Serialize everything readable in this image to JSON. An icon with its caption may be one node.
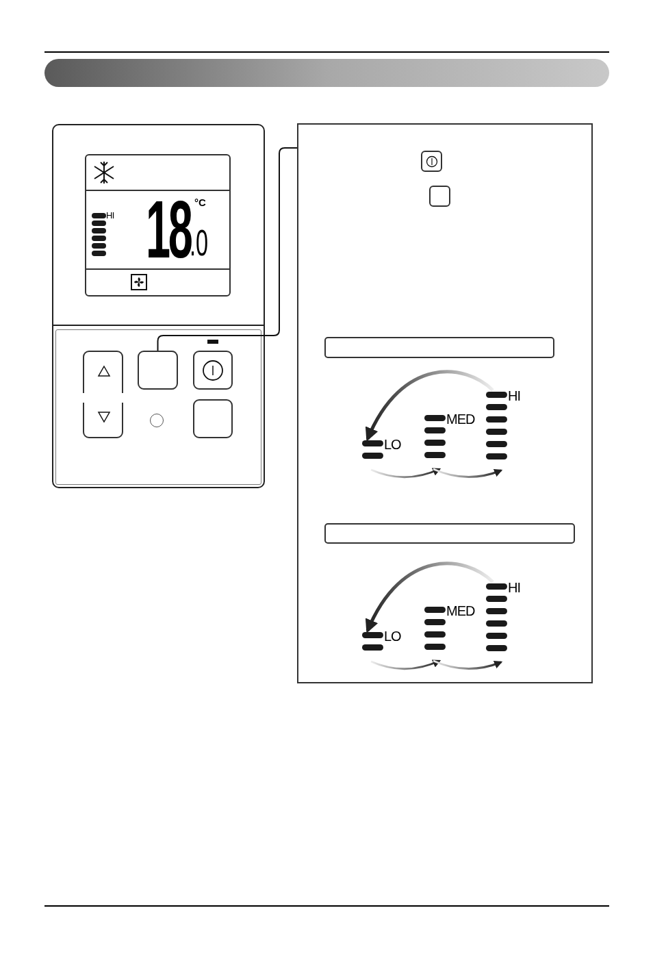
{
  "diagram": {
    "nodes": [
      {
        "text": [],
        "shape": "box"
      },
      {
        "text": [],
        "shape": "box"
      },
      {
        "text": [],
        "shape": "box",
        "in": 1
      },
      {
        "text": [
          "LO"
        ],
        "in": 1
      },
      {
        "text": [
          "MED"
        ],
        "in": 1
      },
      {
        "text": [
          "HI"
        ],
        "in": 1
      },
      {
        "text": [],
        "shape": "box",
        "in": 1
      },
      {
        "text": [
          "LO"
        ],
        "in": 1
      },
      {
        "text": [
          "MED"
        ],
        "in": 1
      },
      {
        "text": [
          "HI"
        ],
        "in": 1
      }
    ],
    "edges": [
      {
        "from": 0,
        "to": 1,
        "arrow": "none"
      },
      {
        "from": 3,
        "to": 4,
        "arrow": "to"
      },
      {
        "from": 4,
        "to": 5,
        "arrow": "to"
      },
      {
        "from": 5,
        "to": 3,
        "arrow": "to"
      },
      {
        "from": 7,
        "to": 8,
        "arrow": "to"
      },
      {
        "from": 8,
        "to": 9,
        "arrow": "to"
      },
      {
        "from": 9,
        "to": 7,
        "arrow": "to"
      }
    ],
    "labels": [
      "HI",
      "18",
      ".0",
      "°C"
    ]
  }
}
